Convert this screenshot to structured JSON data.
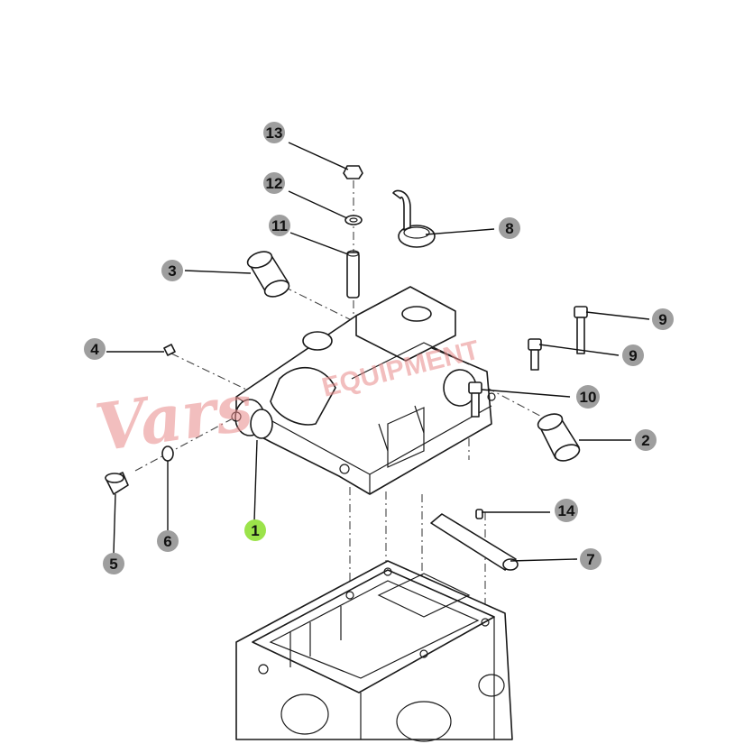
{
  "watermark": {
    "script_text": "Vars",
    "box_text": "EQUIPMENT",
    "color": "#e88a8a"
  },
  "callouts": [
    {
      "id": "c1",
      "label": "1",
      "highlight": true
    },
    {
      "id": "c2",
      "label": "2"
    },
    {
      "id": "c3",
      "label": "3"
    },
    {
      "id": "c4",
      "label": "4"
    },
    {
      "id": "c5",
      "label": "5"
    },
    {
      "id": "c6",
      "label": "6"
    },
    {
      "id": "c7",
      "label": "7"
    },
    {
      "id": "c8",
      "label": "8"
    },
    {
      "id": "c9a",
      "label": "9"
    },
    {
      "id": "c9b",
      "label": "9"
    },
    {
      "id": "c10",
      "label": "10"
    },
    {
      "id": "c11",
      "label": "11"
    },
    {
      "id": "c12",
      "label": "12"
    },
    {
      "id": "c13",
      "label": "13"
    },
    {
      "id": "c14",
      "label": "14"
    }
  ],
  "colors": {
    "callout_fill": "#9e9e9e",
    "callout_highlight": "#9be34a",
    "line": "#1a1a1a"
  }
}
